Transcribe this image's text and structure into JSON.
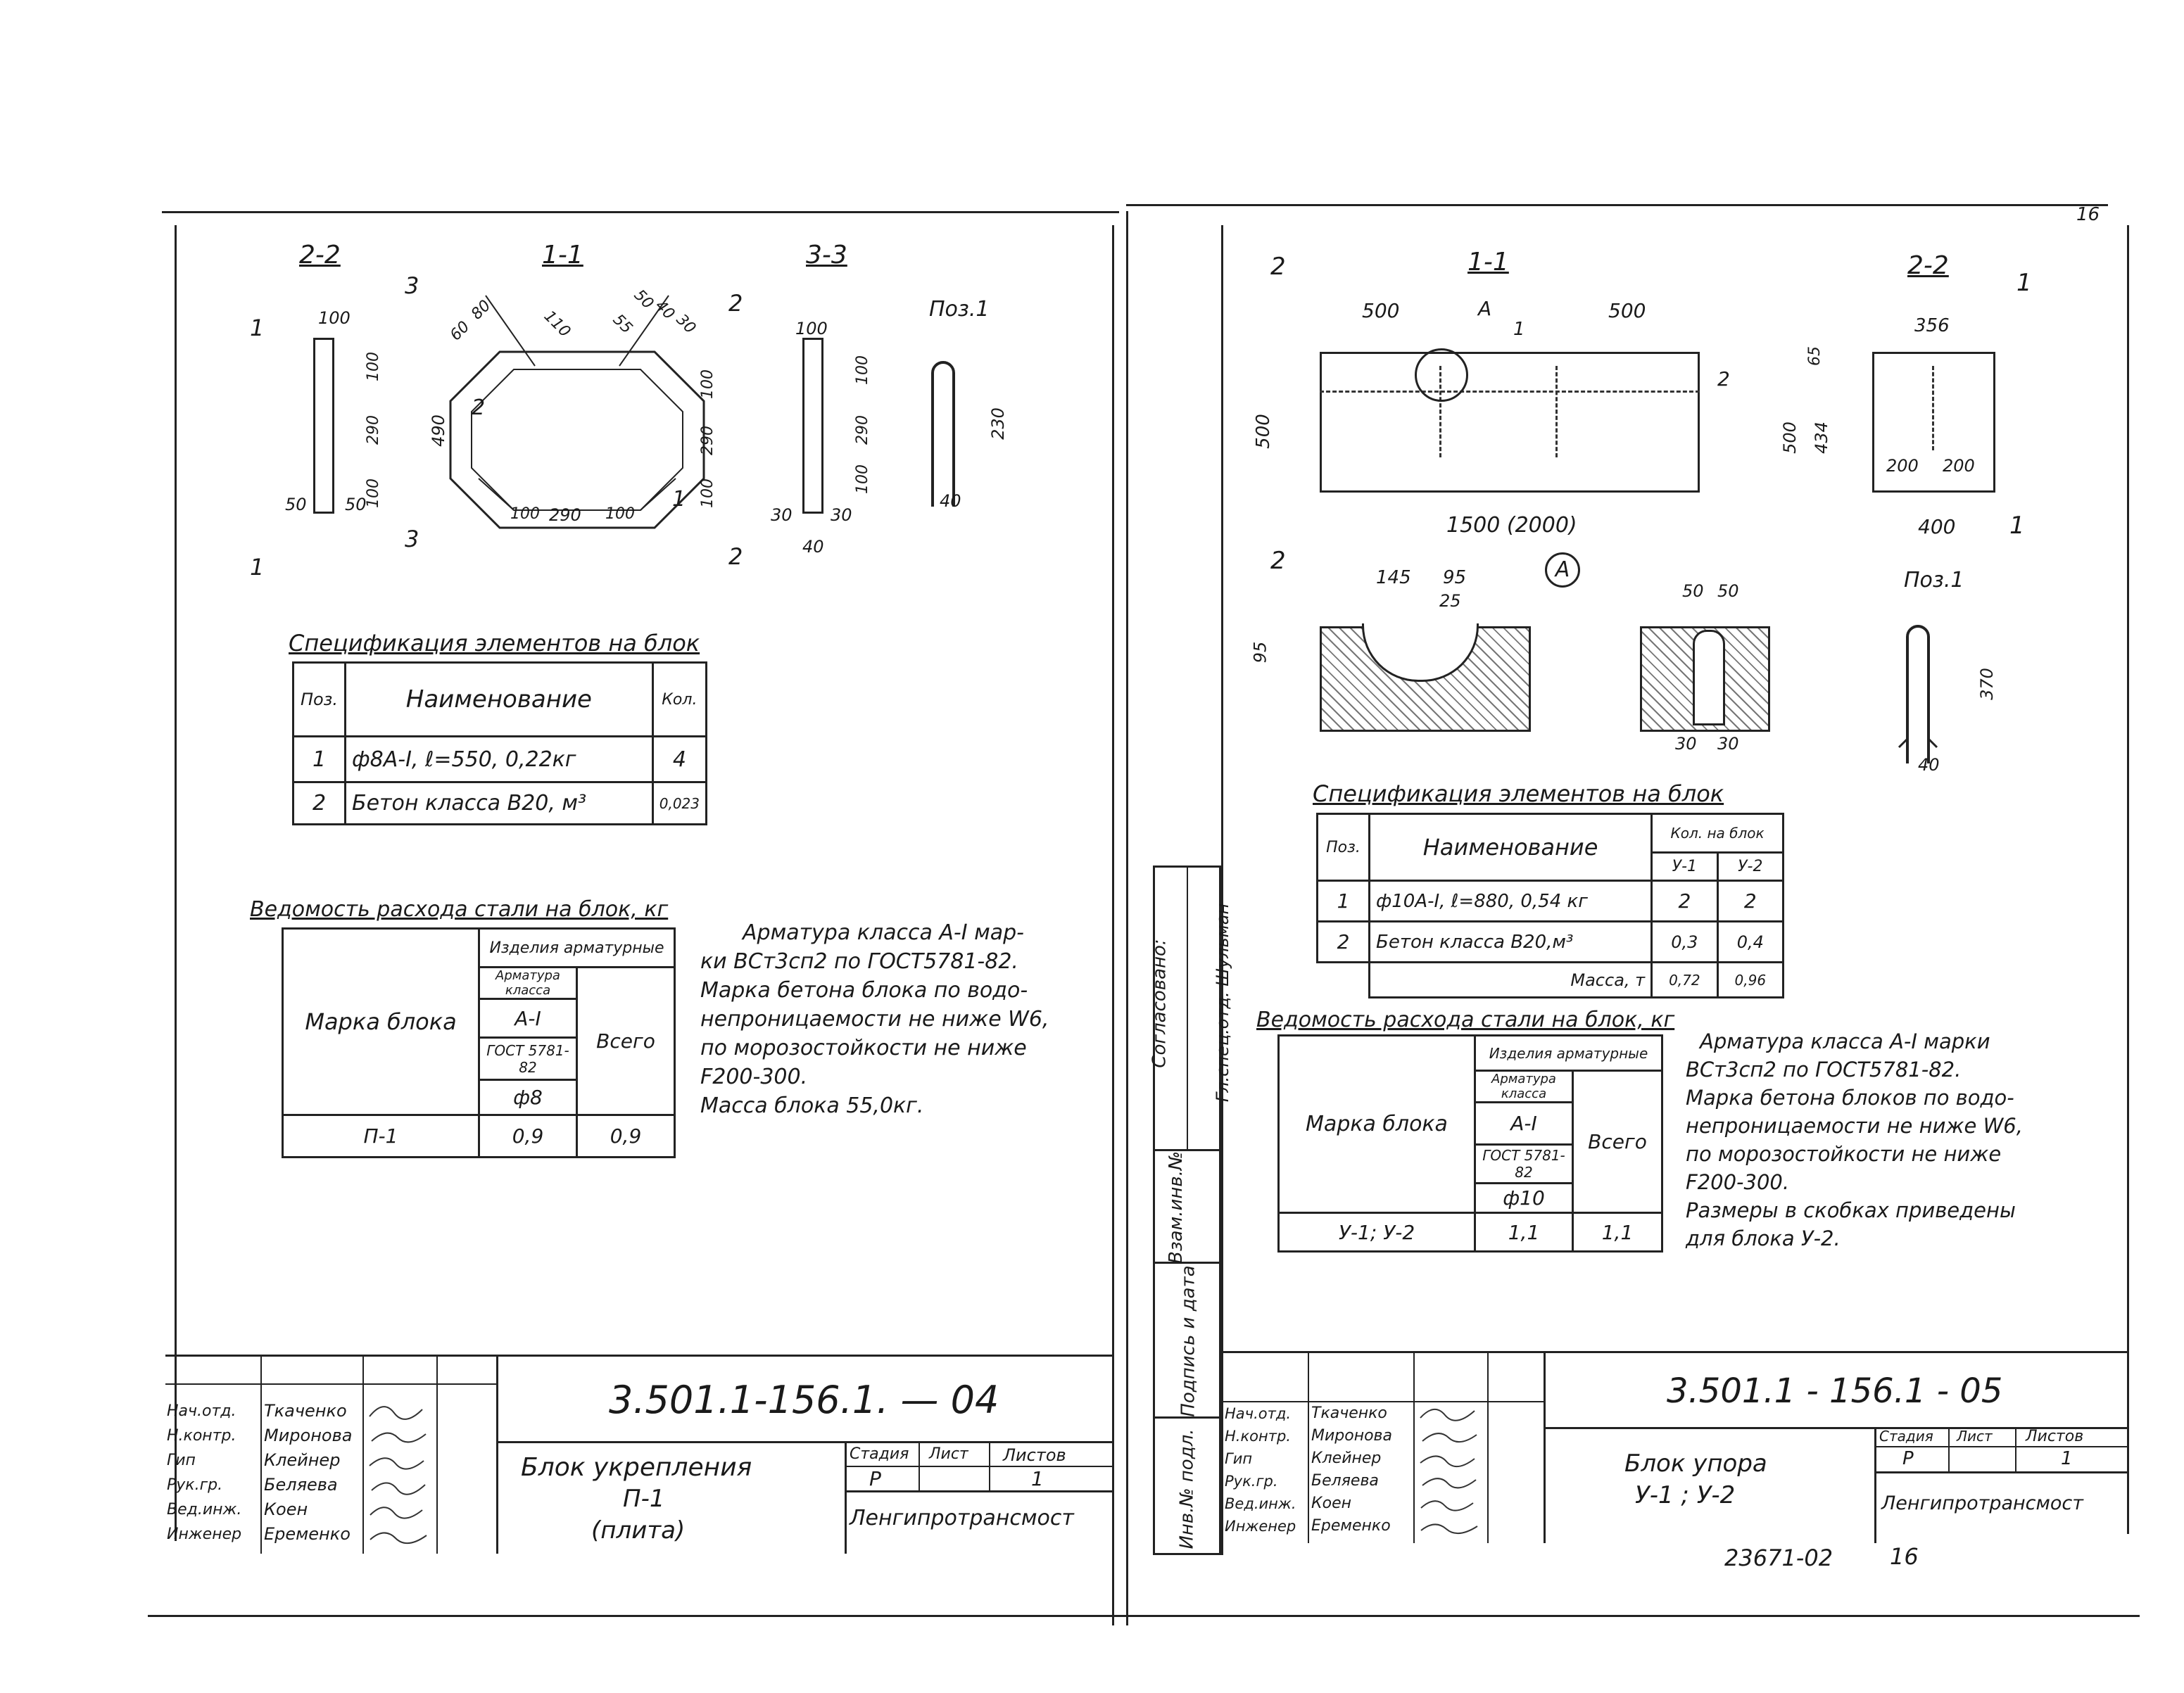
{
  "left": {
    "section_22": "2-2",
    "section_11": "1-1",
    "section_33": "3-3",
    "pos_title": "Поз.1",
    "cut_marks": {
      "m1": "1",
      "m2": "2",
      "m3": "3"
    },
    "dims_22": [
      "100",
      "100",
      "290",
      "100",
      "50",
      "50"
    ],
    "dims_11": [
      "60",
      "80",
      "110",
      "55",
      "50",
      "40",
      "30",
      "100",
      "290",
      "100",
      "490",
      "100",
      "290",
      "100"
    ],
    "dims_33": [
      "100",
      "100",
      "290",
      "100",
      "30",
      "30",
      "40"
    ],
    "dims_pos": [
      "230",
      "40"
    ],
    "labels": [
      "2",
      "1"
    ],
    "spec_title": "Спецификация элементов на блок",
    "spec_headers": [
      "Поз.",
      "Наименование",
      "Кол."
    ],
    "spec_rows": [
      [
        "1",
        "ф8А-I, ℓ=550, 0,22кг",
        "4"
      ],
      [
        "2",
        "Бетон класса В20, м³",
        "0,023"
      ]
    ],
    "steel_title": "Ведомость расхода стали на блок, кг",
    "steel_headers": {
      "mark": "Марка блока",
      "group": "Изделия арматурные",
      "class": "Арматура класса",
      "grade": "А-I",
      "gost": "ГОСТ 5781-82",
      "dia": "ф8",
      "total": "Всего"
    },
    "steel_row": [
      "П-1",
      "0,9",
      "0,9"
    ],
    "notes": [
      "Арматура класса А-I мар-",
      "ки ВСт3сп2 по ГОСТ5781-82.",
      "Марка бетона блока по водо-",
      "непроницаемости не ниже W6,",
      "по морозостойкости не ниже",
      "F200-300.",
      "Масса блока  55,0кг."
    ],
    "stamp": {
      "code": "3.501.1-156.1. — 04",
      "roles": [
        "Нач.отд.",
        "Н.контр.",
        "Гип",
        "Рук.гр.",
        "Вед.инж.",
        "Инженер"
      ],
      "names": [
        "Ткаченко",
        "Миронова",
        "Клейнер",
        "Беляева",
        "Коен",
        "Еременко"
      ],
      "title1": "Блок  укрепления",
      "title2": "П-1",
      "title3": "(плита)",
      "stage_h": "Стадия",
      "sheet_h": "Лист",
      "sheets_h": "Листов",
      "stage": "Р",
      "sheets": "1",
      "org": "Ленгипротрансмост"
    }
  },
  "right": {
    "section_11": "1-1",
    "section_22": "2-2",
    "pos_title": "Поз.1",
    "callout": "А",
    "cut_marks": {
      "m1": "1",
      "m2": "2"
    },
    "dims_11": [
      "500",
      "500",
      "500",
      "1500 (2000)"
    ],
    "dims_22": [
      "356",
      "65",
      "434",
      "500",
      "200",
      "200",
      "400"
    ],
    "dims_detail": [
      "145",
      "95",
      "25",
      "95",
      "50",
      "50",
      "30",
      "30"
    ],
    "dims_pos": [
      "370",
      "40"
    ],
    "labels": [
      "А",
      "1",
      "2"
    ],
    "spec_title": "Спецификация элементов на блок",
    "spec_headers": [
      "Поз.",
      "Наименование",
      "Кол. на блок",
      "У-1",
      "У-2"
    ],
    "spec_rows": [
      [
        "1",
        "ф10А-I, ℓ=880, 0,54 кг",
        "2",
        "2"
      ],
      [
        "2",
        "Бетон класса В20,м³",
        "0,3",
        "0,4"
      ],
      [
        "",
        "Масса, т",
        "0,72",
        "0,96"
      ]
    ],
    "steel_title": "Ведомость расхода стали на блок, кг",
    "steel_headers": {
      "mark": "Марка блока",
      "group": "Изделия арматурные",
      "class": "Арматура класса",
      "grade": "А-I",
      "gost": "ГОСТ 5781-82",
      "dia": "ф10",
      "total": "Всего"
    },
    "steel_row": [
      "У-1; У-2",
      "1,1",
      "1,1"
    ],
    "notes": [
      "Арматура класса А-I марки",
      "ВСт3сп2  по ГОСТ5781-82.",
      "Марка бетона блоков по водо-",
      "непроницаемости не ниже W6,",
      "по морозостойкости не ниже",
      "F200-300.",
      "Размеры в скобках приведены",
      "для блока У-2."
    ],
    "stamp": {
      "code": "3.501.1 - 156.1 - 05",
      "roles": [
        "Нач.отд.",
        "Н.контр.",
        "Гип",
        "Рук.гр.",
        "Вед.инж.",
        "Инженер"
      ],
      "names": [
        "Ткаченко",
        "Миронова",
        "Клейнер",
        "Беляева",
        "Коен",
        "Еременко"
      ],
      "title1": "Блок  упора",
      "title2": "У-1 ; У-2",
      "stage_h": "Стадия",
      "sheet_h": "Лист",
      "sheets_h": "Листов",
      "stage": "Р",
      "sheets": "1",
      "org": "Ленгипротрансмост"
    },
    "footer_no": "23671-02",
    "footer_page": "16"
  },
  "side_strip": [
    "Согласовано:",
    "Гл.спец.отд. Шульман",
    "Взам.инв.№",
    "Подпись и дата",
    "Инв.№ подл."
  ],
  "page_corner": "16"
}
